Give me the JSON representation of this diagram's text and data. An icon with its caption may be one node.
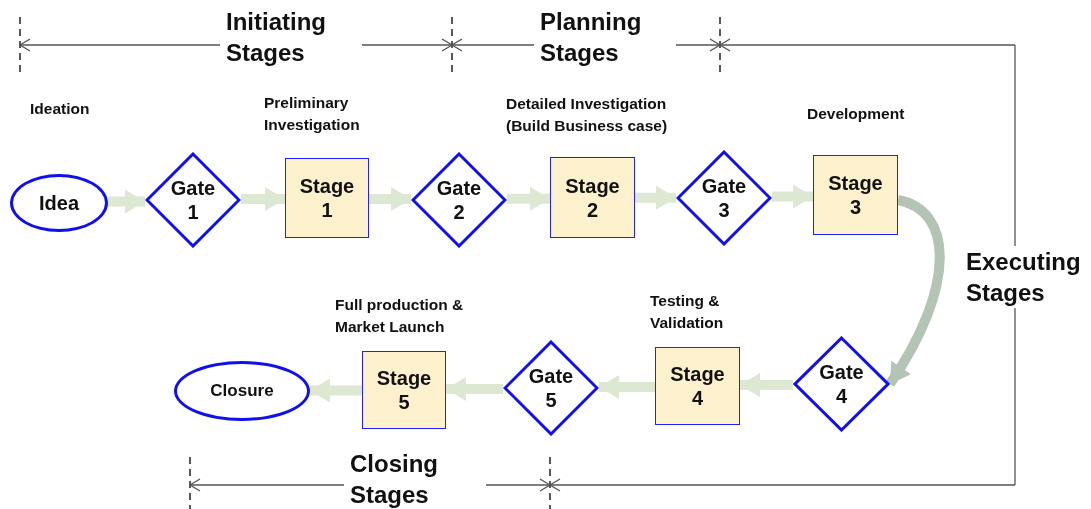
{
  "diagram": {
    "nodes": [
      {
        "text": [
          "Idea"
        ],
        "beside": [
          "Ideation"
        ]
      },
      {
        "text": [
          "Gate 1"
        ]
      },
      {
        "text": [
          "Stage 1"
        ],
        "beside": [
          "Preliminary Investigation"
        ]
      },
      {
        "text": [
          "Gate 2"
        ]
      },
      {
        "text": [
          "Stage 2"
        ],
        "beside": [
          "Detailed Investigation (Build Business case)"
        ]
      },
      {
        "text": [
          "Gate 3"
        ]
      },
      {
        "text": [
          "Stage 3"
        ],
        "beside": [
          "Development"
        ]
      },
      {
        "text": [
          "Gate 4"
        ]
      },
      {
        "text": [
          "Stage 4"
        ],
        "beside": [
          "Testing & Validation"
        ]
      },
      {
        "text": [
          "Gate 5"
        ]
      },
      {
        "text": [
          "Stage 5"
        ],
        "beside": [
          "Full production & Market Launch"
        ]
      },
      {
        "text": [
          "Closure"
        ]
      }
    ],
    "edges": [
      {
        "from": 0,
        "to": 1,
        "arrow": "to"
      },
      {
        "from": 1,
        "to": 2,
        "arrow": "to"
      },
      {
        "from": 2,
        "to": 3,
        "arrow": "to"
      },
      {
        "from": 3,
        "to": 4,
        "arrow": "to"
      },
      {
        "from": 4,
        "to": 5,
        "arrow": "to"
      },
      {
        "from": 5,
        "to": 6,
        "arrow": "to"
      },
      {
        "from": 6,
        "to": 7,
        "arrow": "to",
        "color": "#b4c4b4"
      },
      {
        "from": 7,
        "to": 8,
        "arrow": "to"
      },
      {
        "from": 8,
        "to": 9,
        "arrow": "to"
      },
      {
        "from": 9,
        "to": 10,
        "arrow": "to"
      },
      {
        "from": 10,
        "to": 11,
        "arrow": "to"
      }
    ],
    "labels": [
      "Initiating Stages",
      "Planning Stages",
      "Executing Stages",
      "Closing Stages"
    ]
  }
}
